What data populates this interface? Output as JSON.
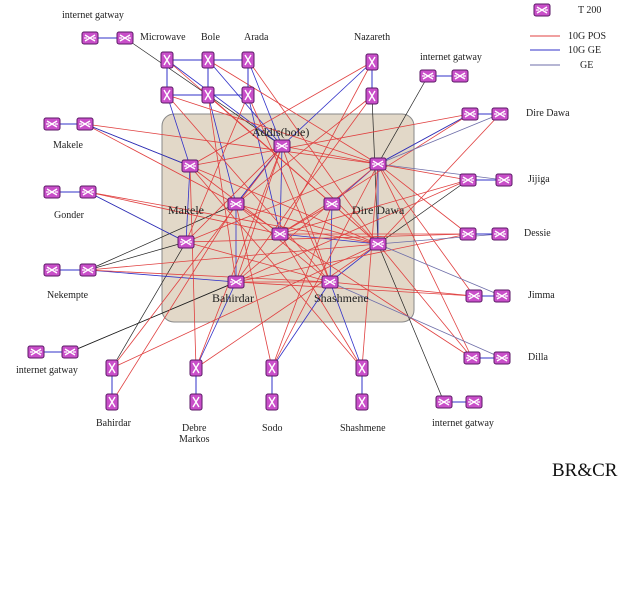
{
  "legend": {
    "router_label": "T 200",
    "line_10g_pos": "10G POS",
    "line_10g_ge": "10G GE",
    "line_ge": "GE"
  },
  "colors": {
    "router": "#c94fc9",
    "router_stroke": "#5b1a66",
    "pos": "#e04040",
    "ge10": "#3030c8",
    "ge": "#6d6da8",
    "access": "#222222",
    "core_region": "#e2d8c8"
  },
  "labels": {
    "internet_gatway": "internet gatway",
    "microwave": "Microwave",
    "bole": "Bole",
    "arada": "Arada",
    "nazareth": "Nazareth",
    "makele_left": "Makele",
    "gonder": "Gonder",
    "nekempte": "Nekempte",
    "dire_dawa_right": "Dire Dawa",
    "jijiga": "Jijiga",
    "dessie": "Dessie",
    "jimma": "Jimma",
    "dilla": "Dilla",
    "bahirdar_bottom": "Bahirdar",
    "debre_markos_1": "Debre",
    "debre_markos_2": "Markos",
    "sodo": "Sodo",
    "shashmene_bottom": "Shashmene",
    "core_addis": "Addis(bole)",
    "core_makele": "Makele",
    "core_dire_dawa": "Dire Dawa",
    "core_bahirdar": "Bahirdar",
    "core_shashmene": "Shashmene"
  },
  "brcr": "BR&CR"
}
